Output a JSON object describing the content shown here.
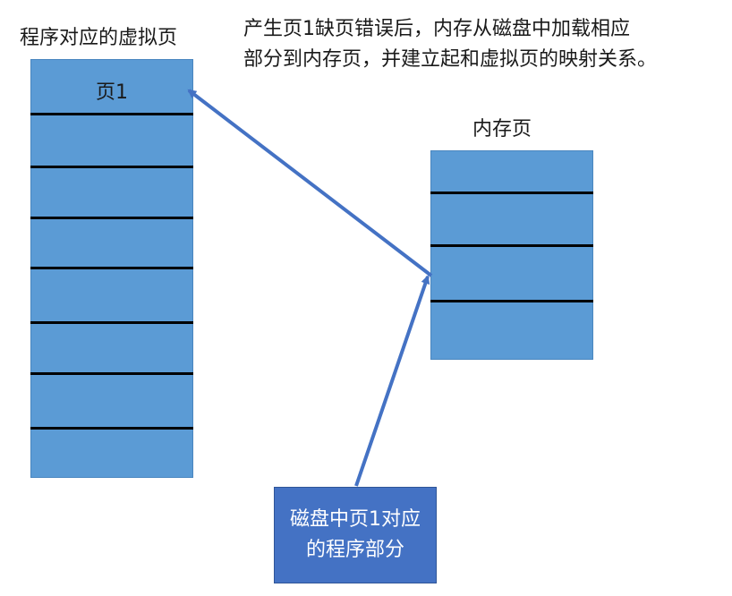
{
  "virtual_pages": {
    "title": "程序对应的虚拟页",
    "page1_label": "页1"
  },
  "note": {
    "line1": "产生页1缺页错误后，内存从磁盘中加载相应",
    "line2": "部分到内存页，并建立起和虚拟页的映射关系。"
  },
  "memory_pages": {
    "title": "内存页"
  },
  "disk_block": {
    "label": "磁盘中页1对应的程序部分"
  },
  "colors": {
    "page_fill": "#5b9bd5",
    "disk_fill": "#4472c4",
    "arrow": "#4472c4",
    "divider": "#000000"
  }
}
